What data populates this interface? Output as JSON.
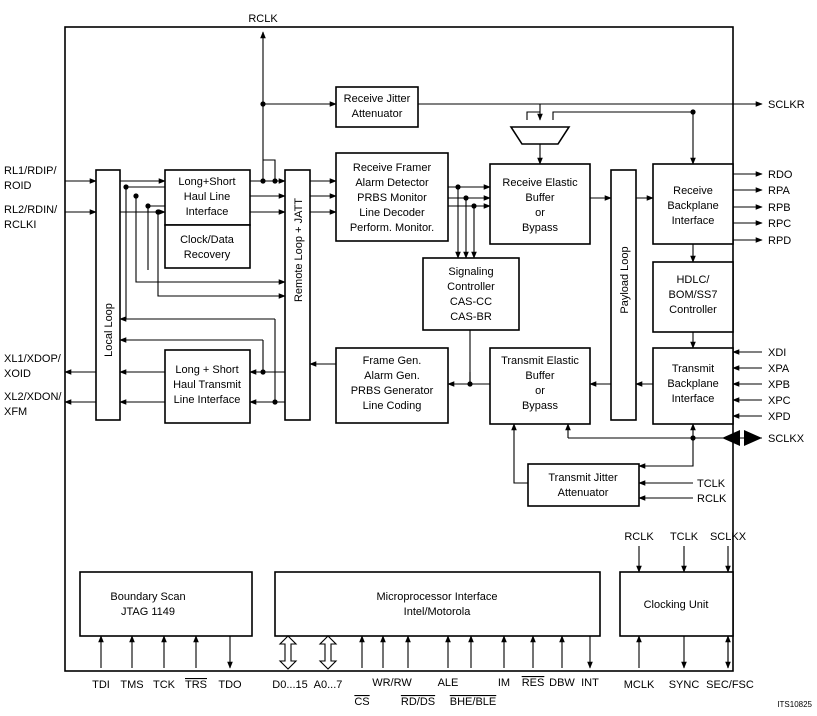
{
  "blocks": {
    "receive_jitter": [
      "Receive Jitter",
      "Attenuator"
    ],
    "line_interface": [
      "Long+Short",
      "Haul Line",
      "Interface"
    ],
    "clock_recovery": [
      "Clock/Data",
      "Recovery"
    ],
    "receive_framer": [
      "Receive Framer",
      "Alarm Detector",
      "PRBS Monitor",
      "Line Decoder",
      "Perform. Monitor."
    ],
    "receive_elastic": [
      "Receive Elastic",
      "Buffer",
      "or",
      "Bypass"
    ],
    "receive_backplane": [
      "Receive",
      "Backplane",
      "Interface"
    ],
    "signaling": [
      "Signaling",
      "Controller",
      "CAS-CC",
      "CAS-BR"
    ],
    "hdlc": [
      "HDLC/",
      "BOM/SS7",
      "Controller"
    ],
    "transmit_line": [
      "Long + Short",
      "Haul Transmit",
      "Line Interface"
    ],
    "frame_gen": [
      "Frame Gen.",
      "Alarm Gen.",
      "PRBS Generator",
      "Line Coding"
    ],
    "transmit_elastic": [
      "Transmit Elastic",
      "Buffer",
      "or",
      "Bypass"
    ],
    "transmit_backplane": [
      "Transmit",
      "Backplane",
      "Interface"
    ],
    "transmit_jitter": [
      "Transmit Jitter",
      "Attenuator"
    ],
    "boundary_scan": [
      "Boundary Scan",
      "JTAG 1149"
    ],
    "microprocessor": [
      "Microprocessor Interface",
      "Intel/Motorola"
    ],
    "clocking_unit": [
      "Clocking Unit"
    ],
    "local_loop": "Local Loop",
    "remote_loop": "Remote Loop + JATT",
    "payload_loop": "Payload Loop"
  },
  "signals": {
    "rclk_top": "RCLK",
    "sclkr": "SCLKR",
    "sclkx": "SCLKX",
    "rl1": [
      "RL1/RDIP/",
      "ROID"
    ],
    "rl2": [
      "RL2/RDIN/",
      "RCLKI"
    ],
    "xl1": [
      "XL1/XDOP/",
      "XOID"
    ],
    "xl2": [
      "XL2/XDON/",
      "XFM"
    ],
    "receive_outputs": [
      "RDO",
      "RPA",
      "RPB",
      "RPC",
      "RPD"
    ],
    "transmit_inputs": [
      "XDI",
      "XPA",
      "XPB",
      "XPC",
      "XPD"
    ],
    "tclk_in": "TCLK",
    "rclk_in": "RCLK",
    "clocking_inputs": [
      "RCLK",
      "TCLK",
      "SCLKX"
    ]
  },
  "bottom_pins": {
    "jtag": [
      "TDI",
      "TMS",
      "TCK",
      "TRS",
      "TDO"
    ],
    "bus_top": [
      "D0...15",
      "A0...7",
      "WR/RW",
      "ALE",
      "IM",
      "RES",
      "DBW",
      "INT"
    ],
    "bus_bottom": [
      "CS",
      "RD/DS",
      "BHE/BLE"
    ],
    "clock": [
      "MCLK",
      "SYNC",
      "SEC/FSC"
    ]
  },
  "figure_id": "ITS10825"
}
